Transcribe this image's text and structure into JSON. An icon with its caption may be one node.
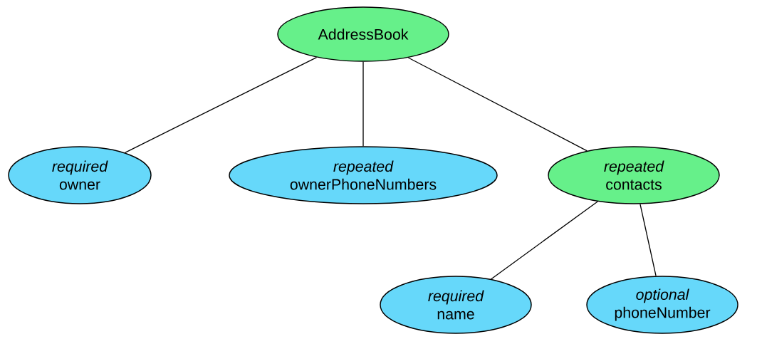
{
  "diagram": {
    "nodes": [
      {
        "text": [
          "AddressBook"
        ]
      },
      {
        "text": [
          "required",
          "owner"
        ]
      },
      {
        "text": [
          "repeated",
          "ownerPhoneNumbers"
        ]
      },
      {
        "text": [
          "repeated",
          "contacts"
        ]
      },
      {
        "text": [
          "required",
          "name"
        ]
      },
      {
        "text": [
          "optional",
          "phoneNumber"
        ]
      }
    ],
    "edges": [
      {
        "from": 0,
        "to": 1,
        "arrow": "none"
      },
      {
        "from": 0,
        "to": 2,
        "arrow": "none"
      },
      {
        "from": 0,
        "to": 3,
        "arrow": "none"
      },
      {
        "from": 3,
        "to": 4,
        "arrow": "none"
      },
      {
        "from": 3,
        "to": 5,
        "arrow": "none"
      }
    ]
  }
}
